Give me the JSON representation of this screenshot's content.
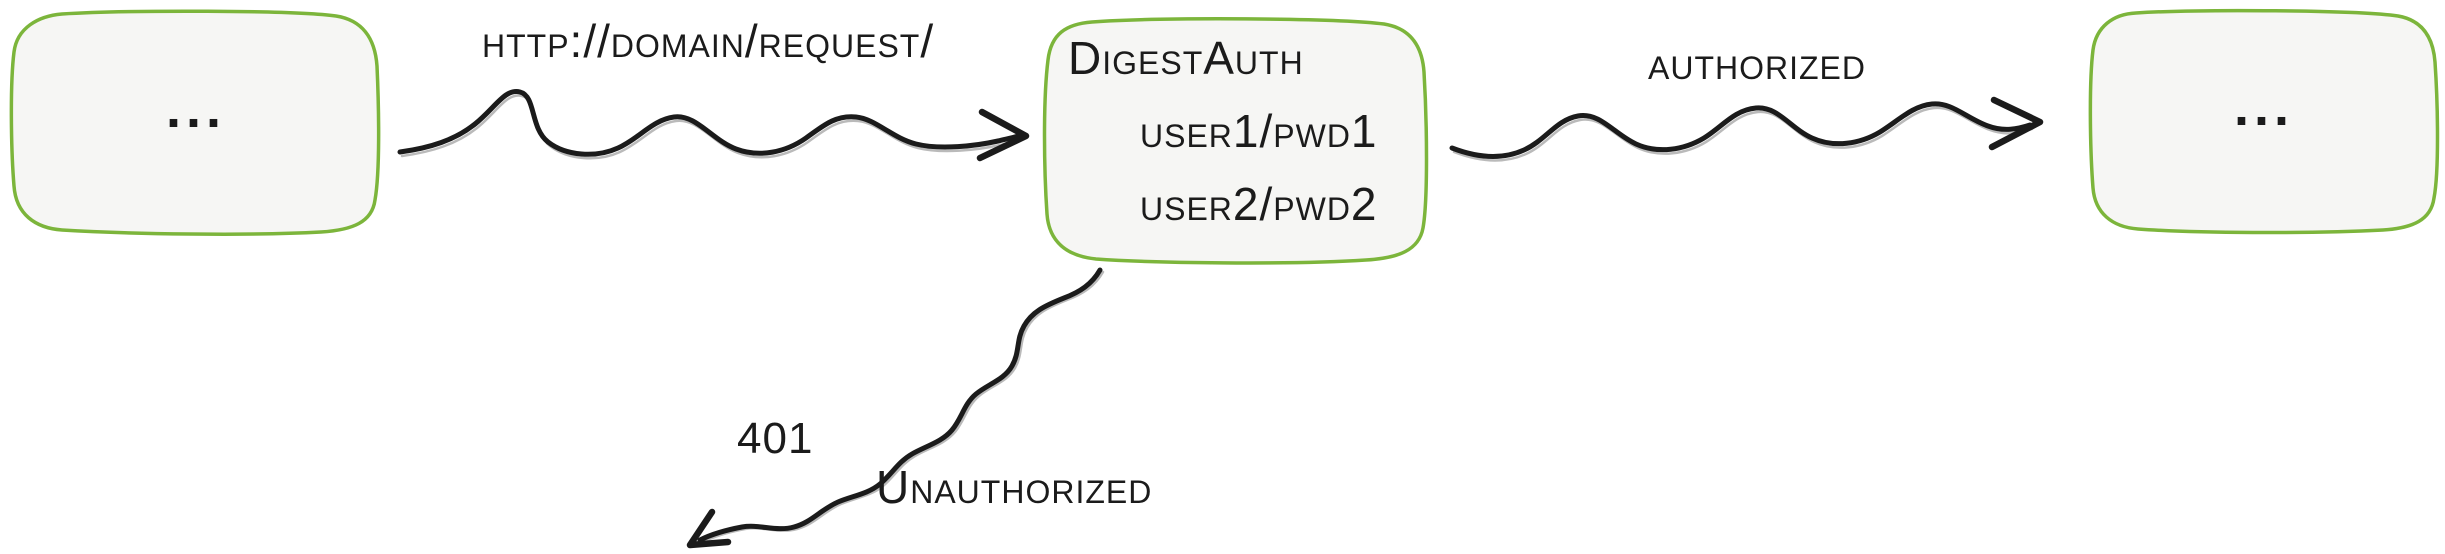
{
  "diagram": {
    "colors": {
      "node_border": "#7cb53b",
      "node_fill": "#f6f6f4",
      "ink": "#1b1b1b"
    },
    "nodes": {
      "left": {
        "label": "..."
      },
      "server": {
        "title": "DigestAuth",
        "credentials": [
          "user1/pwd1",
          "user2/pwd2"
        ]
      },
      "right": {
        "label": "..."
      }
    },
    "edges": {
      "request": {
        "label": "http://domain/request/"
      },
      "authorized": {
        "label": "authorized"
      },
      "unauthorized": {
        "status_code": "401",
        "label": "Unauthorized"
      }
    }
  }
}
